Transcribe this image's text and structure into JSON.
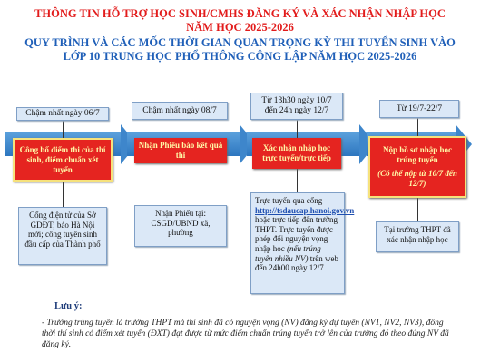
{
  "header": {
    "title_line1": "THÔNG TIN HỖ TRỢ HỌC SINH/CMHS ĐĂNG KÝ VÀ XÁC NHẬN NHẬP HỌC",
    "title_line2": "NĂM HỌC 2025-2026",
    "subtitle_line1": "QUY TRÌNH VÀ CÁC MỐC THỜI GIAN QUAN TRỌNG KỲ THI TUYỂN SINH VÀO",
    "subtitle_line2": "LỚP 10 TRUNG HỌC PHỔ THÔNG CÔNG LẬP NĂM HỌC 2025-2026"
  },
  "steps": [
    {
      "date": "Chậm nhất ngày 06/7",
      "title": "Công bố điểm thi của thí sinh, điểm chuẩn xét tuyển",
      "info": "Cổng điện tử của Sở GDĐT; báo Hà Nội mới; cổng tuyển sinh đầu cấp của Thành phố"
    },
    {
      "date": "Chậm nhất ngày 08/7",
      "title": "Nhận Phiếu báo kết quả thi",
      "info_line1": "Nhận Phiếu tại:",
      "info_line2": "CSGD/UBND xã, phường"
    },
    {
      "date_line1": "Từ 13h30 ngày 10/7",
      "date_line2": "đến 24h ngày 12/7",
      "title": "Xác nhận nhập học trực tuyến/trực tiếp",
      "info_a": "Trực tuyến qua cổng",
      "info_link": "http://tsdaucap.hanoi.gov.vn",
      "info_b": "hoặc trực tiếp đến trường THPT.",
      "info_c": "Trực tuyến được phép đổi nguyện vọng nhập học",
      "info_d": "(nếu trúng tuyển nhiều NV)",
      "info_e": "trên web đến 24h00 ngày 12/7"
    },
    {
      "date": "Từ 19/7-22/7",
      "title": "Nộp hồ sơ nhập học trúng tuyển",
      "title_note": "(Có thể nộp từ 10/7 đến 12/7)",
      "info": "Tại trường THPT đã xác nhận nhập học"
    }
  ],
  "notes": {
    "heading": "Lưu ý:",
    "text": "- Trường trúng tuyển là trường THPT mà thí sinh đã có nguyện vọng (NV) đăng ký dự tuyển (NV1, NV2, NV3), đồng thời thí sinh có điểm xét tuyển (ĐXT) đạt được từ mức điểm chuẩn trúng tuyển trở lên của trường đó theo đúng NV đã đăng ký."
  },
  "colors": {
    "title_red": "#e21b1b",
    "title_blue": "#1f5fb8",
    "step_red": "#e52420",
    "step_text": "#fff9a8",
    "arrow_blue": "#3e86cb",
    "box_fill": "#dbe8f7"
  }
}
